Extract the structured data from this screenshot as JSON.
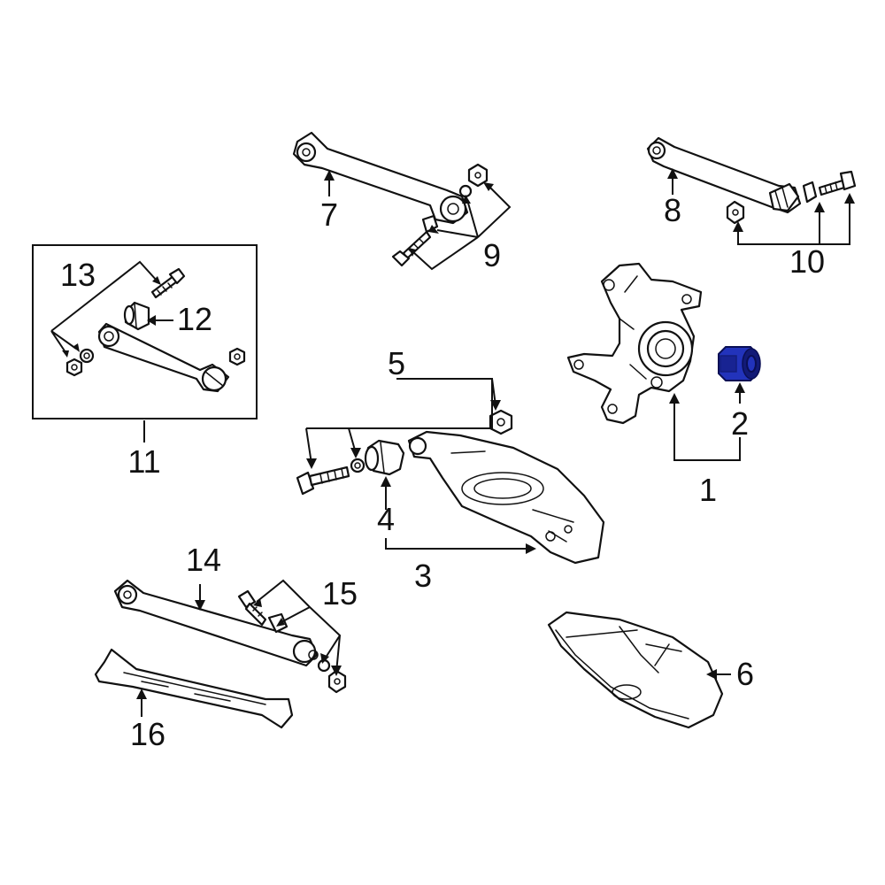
{
  "callouts": {
    "c1": "1",
    "c2": "2",
    "c3": "3",
    "c4": "4",
    "c5": "5",
    "c6": "6",
    "c7": "7",
    "c8": "8",
    "c9": "9",
    "c10": "10",
    "c11": "11",
    "c12": "12",
    "c13": "13",
    "c14": "14",
    "c15": "15",
    "c16": "16"
  },
  "highlighted_part_callout": "2",
  "colors": {
    "highlight": "#2233bb",
    "line": "#111111",
    "background": "#ffffff"
  }
}
